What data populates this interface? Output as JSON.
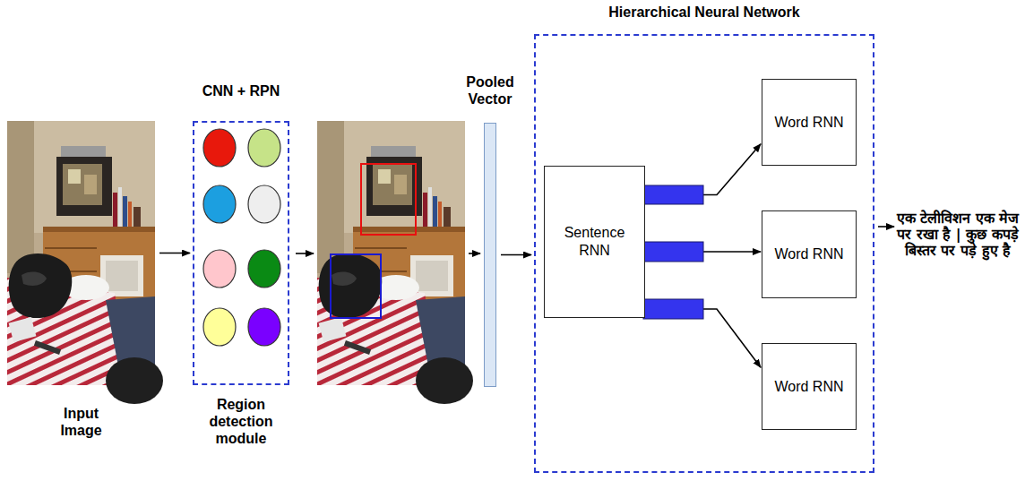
{
  "diagram": {
    "nodes": [
      {
        "text": [
          "Input Image"
        ]
      },
      {
        "text": [
          "CNN + RPN",
          "Region detection module"
        ]
      },
      {
        "text": [
          "Pooled Vector"
        ]
      },
      {
        "text": [
          "Hierarchical Neural Network"
        ]
      },
      {
        "text": [
          "Sentence RNN"
        ],
        "in": 3
      },
      {
        "text": [
          "Word RNN"
        ],
        "in": 3
      },
      {
        "text": [
          "Word RNN"
        ],
        "in": 3
      },
      {
        "text": [
          "Word RNN"
        ],
        "in": 3
      }
    ],
    "edges": [
      {
        "from": 0,
        "to": 1,
        "arrow": "to"
      },
      {
        "from": 2,
        "to": 3,
        "arrow": "to"
      },
      {
        "from": 4,
        "to": 5,
        "arrow": "to"
      },
      {
        "from": 4,
        "to": 6,
        "arrow": "to"
      },
      {
        "from": 4,
        "to": 7,
        "arrow": "to"
      }
    ],
    "labels": [
      "एक टेलीविशन एक मेज पर रखा है | कुछ कपड़े बिस्तर पर पड़े हुए है"
    ]
  }
}
